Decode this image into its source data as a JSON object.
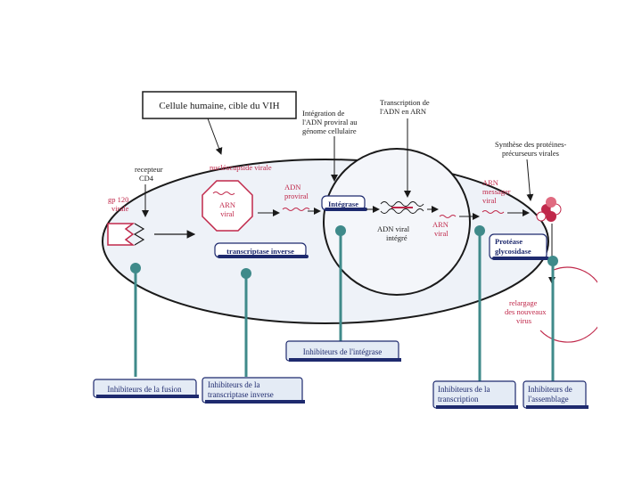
{
  "title_box": "Cellule humaine, cible du VIH",
  "labels": {
    "integration_1": "Intégration de",
    "integration_2": "l'ADN proviral au",
    "integration_3": "génome cellulaire",
    "transcription_1": "Transcription de",
    "transcription_2": "l'ADN en ARN",
    "synthese_1": "Synthèse des protéines-",
    "synthese_2": "précurseurs virales",
    "recepteur_1": "recepteur",
    "recepteur_2": "CD4",
    "gp120_1": "gp 120",
    "gp120_2": "virale",
    "nucleocapside": "nucléocapside virale",
    "arn_viral_1": "ARN",
    "arn_viral_2": "viral",
    "adn_proviral_1": "ADN",
    "adn_proviral_2": "proviral",
    "integrase": "Intégrase",
    "adn_integre_1": "ADN viral",
    "adn_integre_2": "intégré",
    "arn_viral_nuc_1": "ARN",
    "arn_viral_nuc_2": "viral",
    "arn_messager_1": "ARN",
    "arn_messager_2": "messager",
    "arn_messager_3": "viral",
    "transcriptase": "transcriptase inverse",
    "protease_1": "Protéase",
    "protease_2": "glycosidase",
    "relargage_1": "relargage",
    "relargage_2": "des nouveaux",
    "relargage_3": "virus"
  },
  "inhibitors": {
    "fusion": "Inhibiteurs de la fusion",
    "transcriptase_1": "Inhibiteurs de la",
    "transcriptase_2": "transcriptase inverse",
    "integrase": "Inhibiteurs de l'intégrase",
    "transcription_1": "Inhibiteurs de la",
    "transcription_2": "transcription",
    "assemblage_1": "Inhibiteurs de",
    "assemblage_2": "l'assemblage"
  },
  "colors": {
    "teal": "#3f8a8a",
    "red": "#c0284a",
    "navy": "#1e2a6e",
    "box_fill": "#e4ebf5"
  }
}
